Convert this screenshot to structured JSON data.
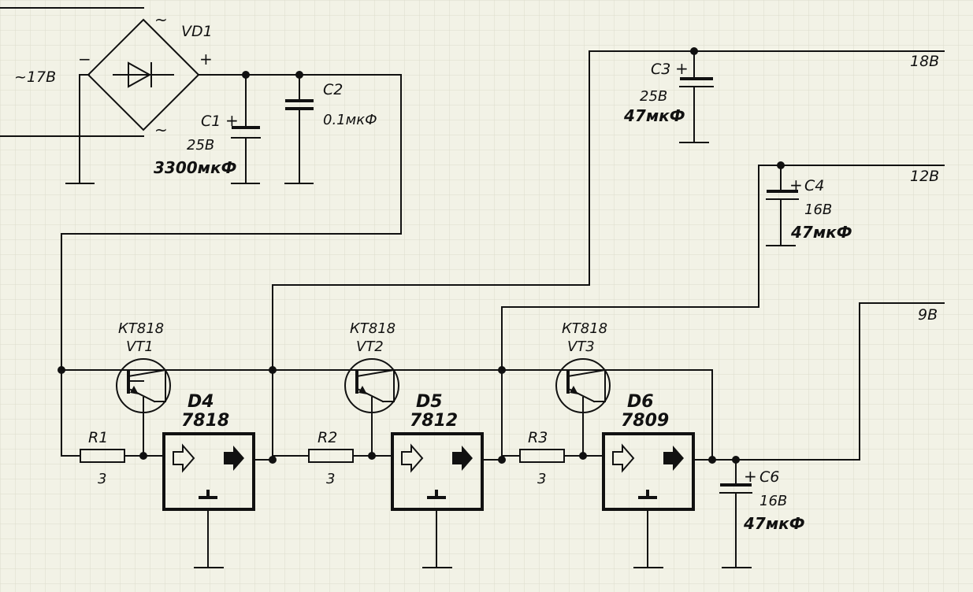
{
  "input_voltage": "~17В",
  "bridge": {
    "name": "VD1",
    "ac_mark": "~",
    "plus": "+",
    "minus": "−"
  },
  "capacitors": {
    "c1": {
      "name": "C1",
      "voltage": "25В",
      "value": "3300мкФ",
      "plus": "+"
    },
    "c2": {
      "name": "C2",
      "value": "0.1мкФ"
    },
    "c3": {
      "name": "C3",
      "voltage": "25В",
      "value": "47мкФ",
      "plus": "+"
    },
    "c4": {
      "name": "C4",
      "voltage": "16В",
      "value": "47мкФ",
      "plus": "+"
    },
    "c6": {
      "name": "C6",
      "voltage": "16В",
      "value": "47мкФ",
      "plus": "+"
    }
  },
  "outputs": {
    "out18": "18В",
    "out12": "12В",
    "out9": "9В"
  },
  "transistors": {
    "vt1": {
      "type": "КТ818",
      "name": "VT1"
    },
    "vt2": {
      "type": "КТ818",
      "name": "VT2"
    },
    "vt3": {
      "type": "КТ818",
      "name": "VT3"
    }
  },
  "resistors": {
    "r1": {
      "name": "R1",
      "value": "3"
    },
    "r2": {
      "name": "R2",
      "value": "3"
    },
    "r3": {
      "name": "R3",
      "value": "3"
    }
  },
  "regulators": {
    "d4": {
      "name": "D4",
      "part": "7818"
    },
    "d5": {
      "name": "D5",
      "part": "7812"
    },
    "d6": {
      "name": "D6",
      "part": "7809"
    }
  },
  "colors": {
    "background": "#f2f2e6",
    "grid": "#dcdccc",
    "ink": "#111111"
  }
}
